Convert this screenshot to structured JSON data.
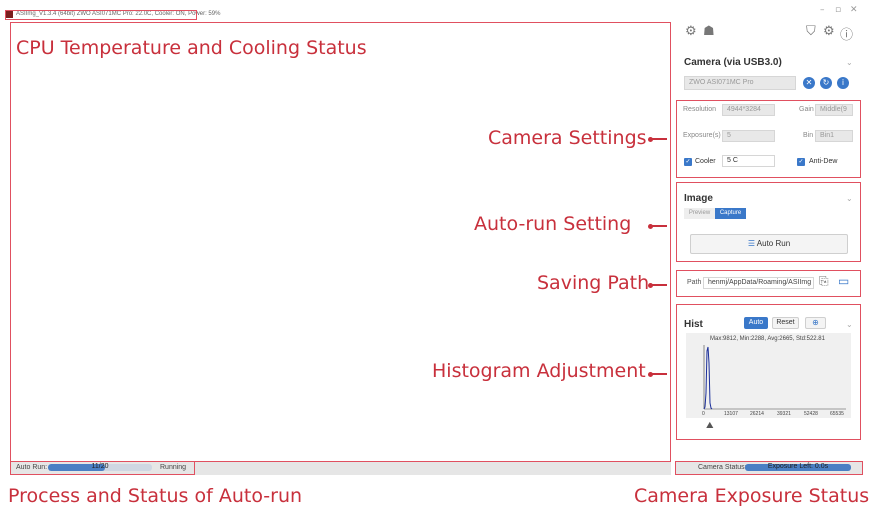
{
  "titlebar": {
    "title": "ASIImg_V1.3.4 (64bit)  ZWO ASI071MC Pro: 22.0C, Cooler: ON, Power: 59%",
    "minimize": "–",
    "maximize": "▫",
    "close": "✕"
  },
  "annotations": {
    "cpu_temp": "CPU Temperature and Cooling Status",
    "camera_settings": "Camera Settings",
    "autorun_setting": "Auto-run Setting",
    "saving_path": "Saving Path",
    "histogram": "Histogram Adjustment",
    "autorun_status": "Process and Status of Auto-run",
    "camera_exposure": "Camera Exposure Status"
  },
  "statusbar": {
    "autorun_label": "Auto Run:",
    "progress_text": "11/20",
    "progress_fraction": 0.55,
    "state": "Running"
  },
  "panel": {
    "camera_title": "Camera (via USB3.0)",
    "camera_model": "ZWO ASI071MC Pro",
    "settings": {
      "resolution_label": "Resolution",
      "resolution_value": "4944*3284",
      "gain_label": "Gain",
      "gain_value": "Middle(9",
      "exposure_label": "Exposure(s)",
      "exposure_value": "5",
      "bin_label": "Bin",
      "bin_value": "Bin1",
      "cooler_label": "Cooler",
      "cooler_value": "5 C",
      "antidew_label": "Anti-Dew"
    },
    "image": {
      "title": "Image",
      "tabs": [
        "Preview",
        "Capture"
      ],
      "autorun_button": "Auto Run"
    },
    "path": {
      "label": "Path",
      "value": "henmj/AppData/Roaming/ASIImg"
    },
    "hist": {
      "title": "Hist",
      "auto_button": "Auto",
      "reset_button": "Reset",
      "stats": "Max:9812, Min:2288, Avg:2665, Std:522.81",
      "x_ticks": [
        "0",
        "13107",
        "26214",
        "39321",
        "52428",
        "65535"
      ]
    },
    "camera_status": {
      "label": "Camera Status:",
      "exposure_text": "Exposure Left: 0.0s"
    }
  },
  "colors": {
    "accent": "#3a78c9",
    "annotation": "#c8303c"
  }
}
